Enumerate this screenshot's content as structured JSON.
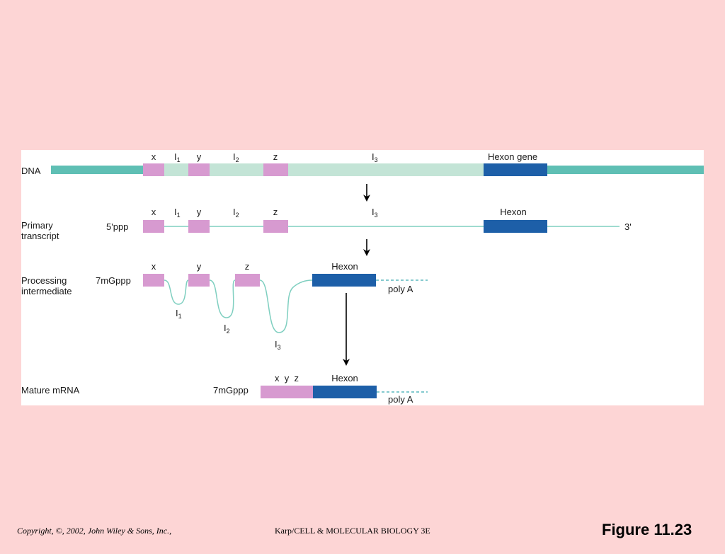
{
  "rows": {
    "dna": {
      "label": "DNA",
      "exons": [
        "x",
        "y",
        "z"
      ],
      "introns": [
        "I",
        "I",
        "I"
      ],
      "intron_subs": [
        "1",
        "2",
        "3"
      ],
      "gene_label": "Hexon gene"
    },
    "primary": {
      "label_line1": "Primary",
      "label_line2": "transcript",
      "five_prime": "5'ppp",
      "three_prime": "3'",
      "exons": [
        "x",
        "y",
        "z"
      ],
      "introns": [
        "I",
        "I",
        "I"
      ],
      "intron_subs": [
        "1",
        "2",
        "3"
      ],
      "gene_label": "Hexon"
    },
    "processing": {
      "label_line1": "Processing",
      "label_line2": "intermediate",
      "cap": "7mGppp",
      "exons": [
        "x",
        "y",
        "z"
      ],
      "introns": [
        "I",
        "I",
        "I"
      ],
      "intron_subs": [
        "1",
        "2",
        "3"
      ],
      "gene_label": "Hexon",
      "poly_a": "poly A"
    },
    "mature": {
      "label": "Mature mRNA",
      "cap": "7mGppp",
      "exons_label": "x  y  z",
      "gene_label": "Hexon",
      "poly_a": "poly A"
    }
  },
  "colors": {
    "background": "#fdd5d5",
    "dna_strand": "#5fbfb4",
    "intron_fill": "#c3e4d6",
    "exon": "#d79ad0",
    "hexon": "#1d5fa8",
    "rna_line": "#7fcfc0",
    "arrow": "#000000"
  },
  "footer": {
    "copyright": "Copyright, ©, 2002, John Wiley & Sons, Inc.,",
    "book": "Karp/CELL & MOLECULAR BIOLOGY 3E",
    "figure": "Figure 11.23"
  }
}
